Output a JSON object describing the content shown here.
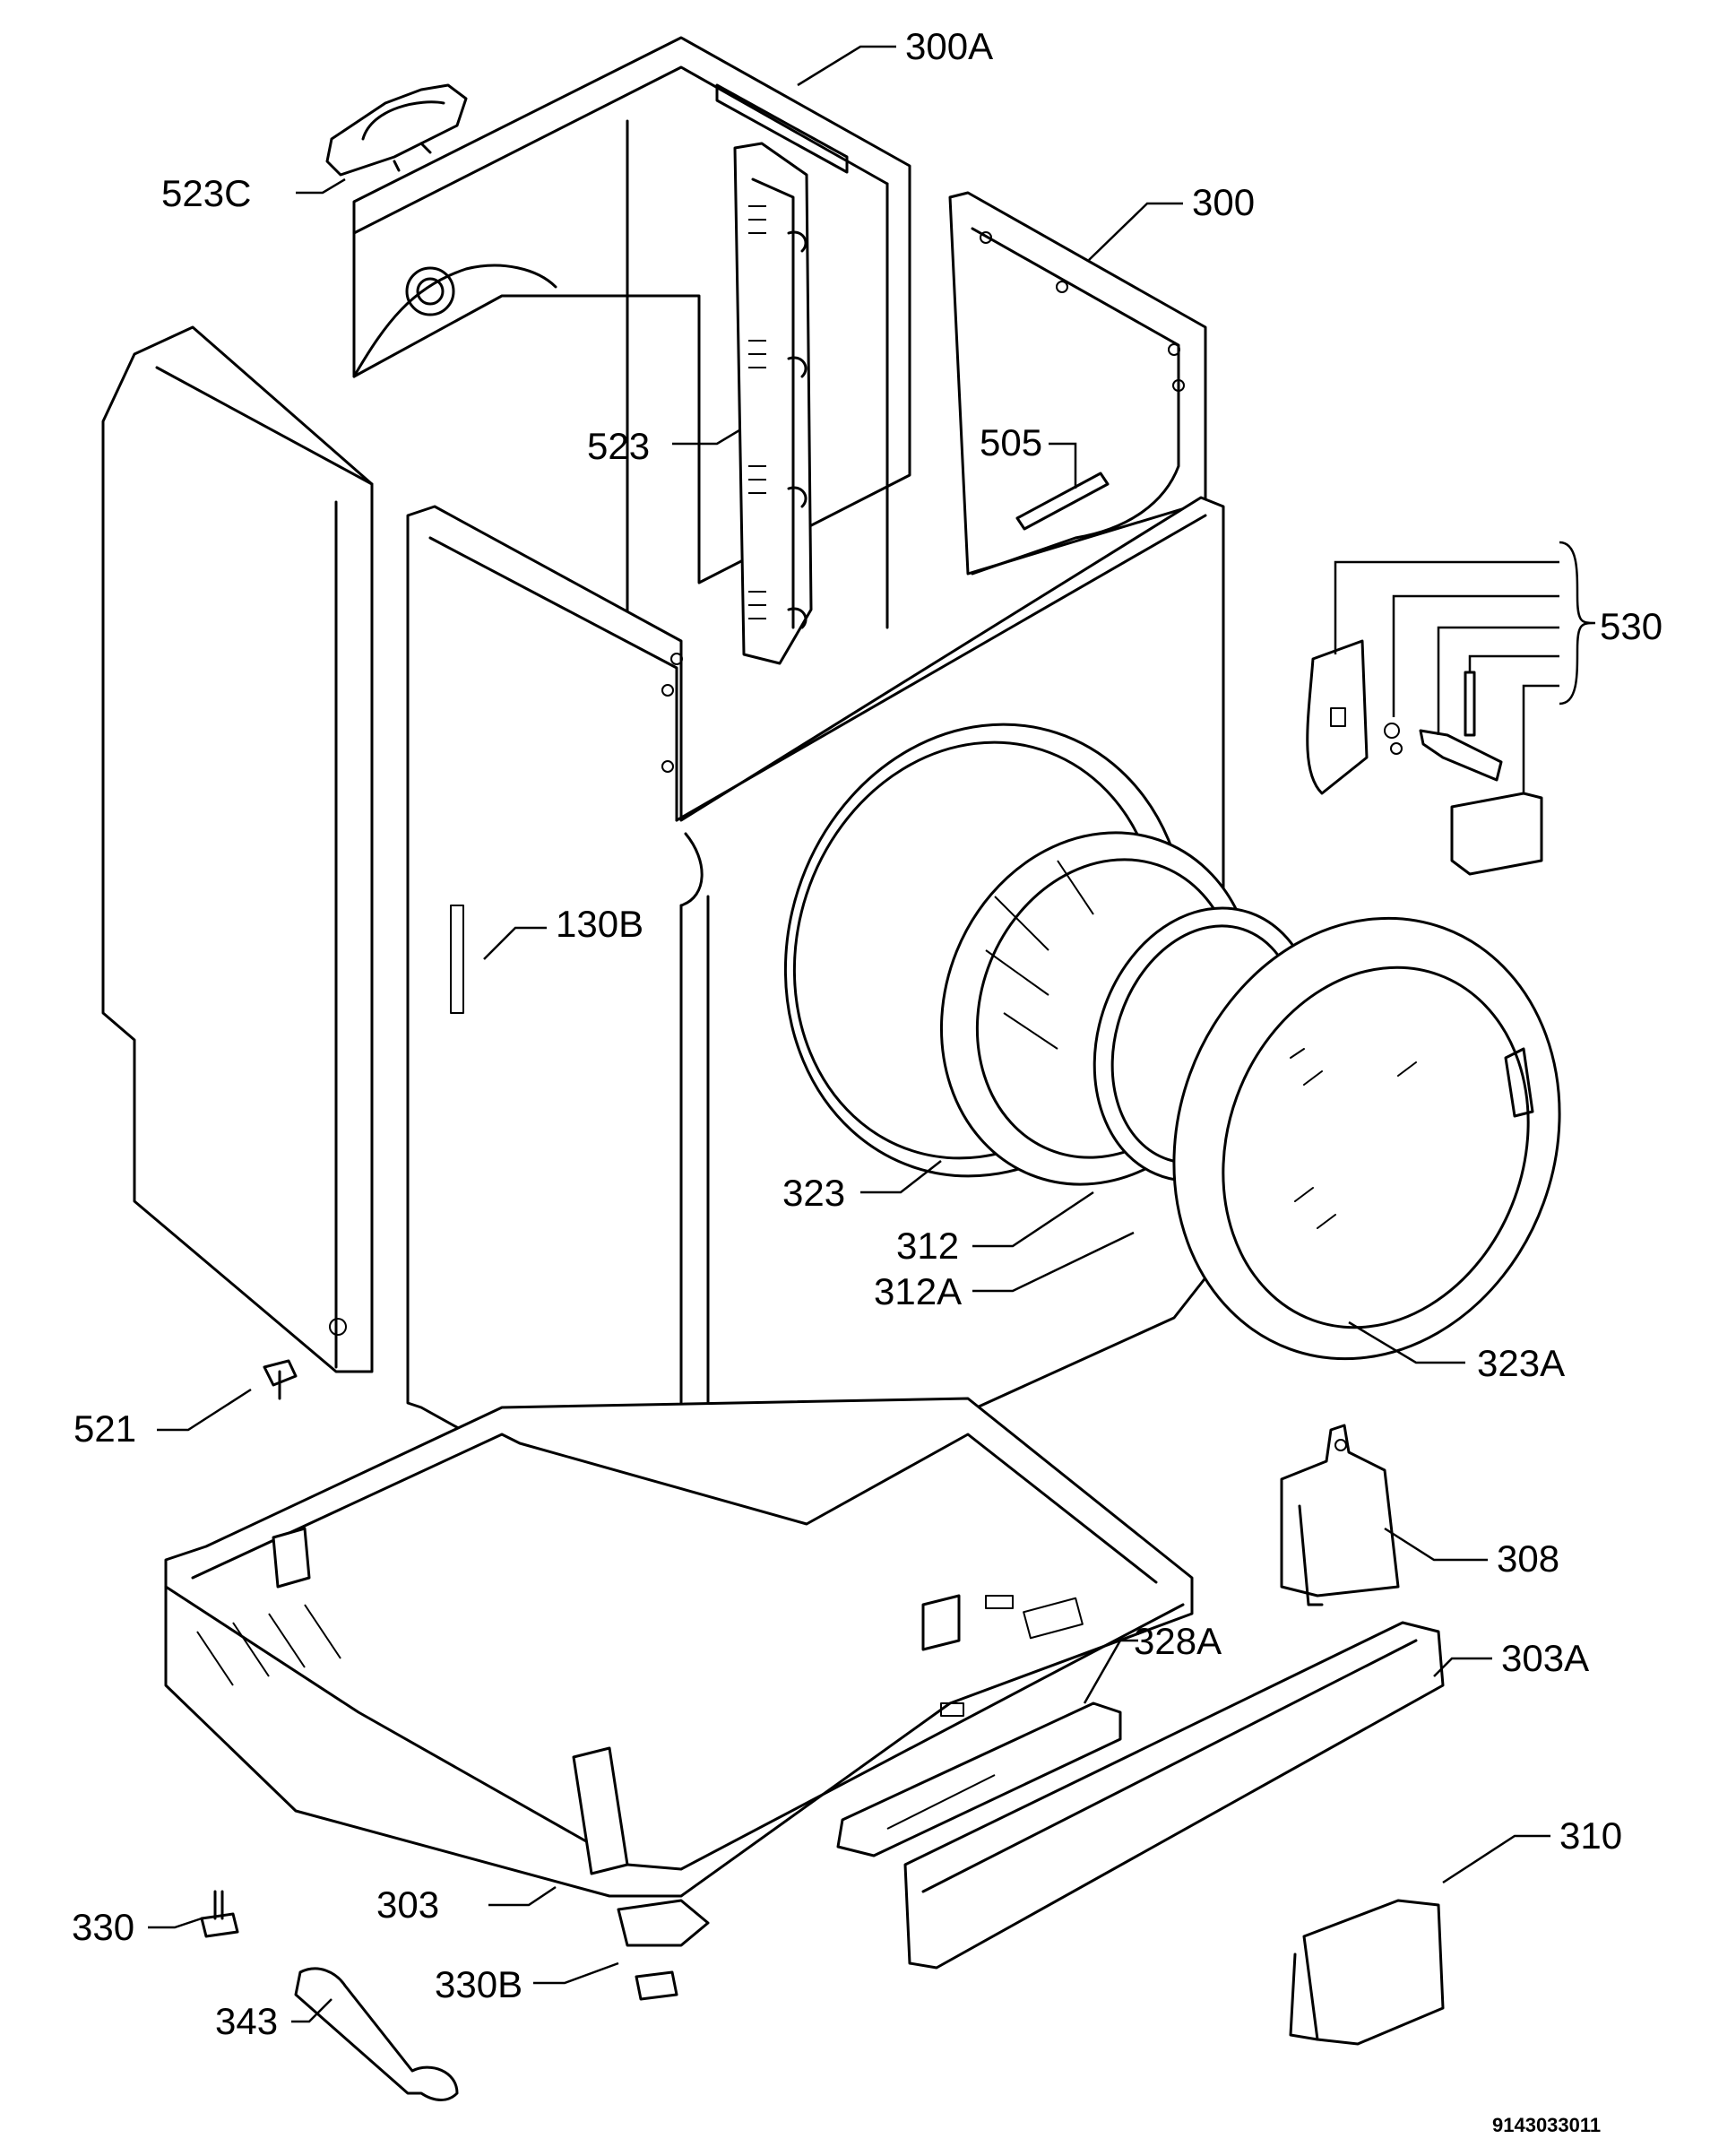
{
  "diagram": {
    "drawing_code": "9143033011",
    "labels": {
      "p300a": "300A",
      "p523c": "523C",
      "p300": "300",
      "p523": "523",
      "p505": "505",
      "p530": "530",
      "p130b": "130B",
      "p323": "323",
      "p312": "312",
      "p312a": "312A",
      "p323a": "323A",
      "p521": "521",
      "p308": "308",
      "p303a": "303A",
      "p328a": "328A",
      "p310": "310",
      "p330": "330",
      "p303": "303",
      "p330b": "330B",
      "p343": "343"
    }
  }
}
